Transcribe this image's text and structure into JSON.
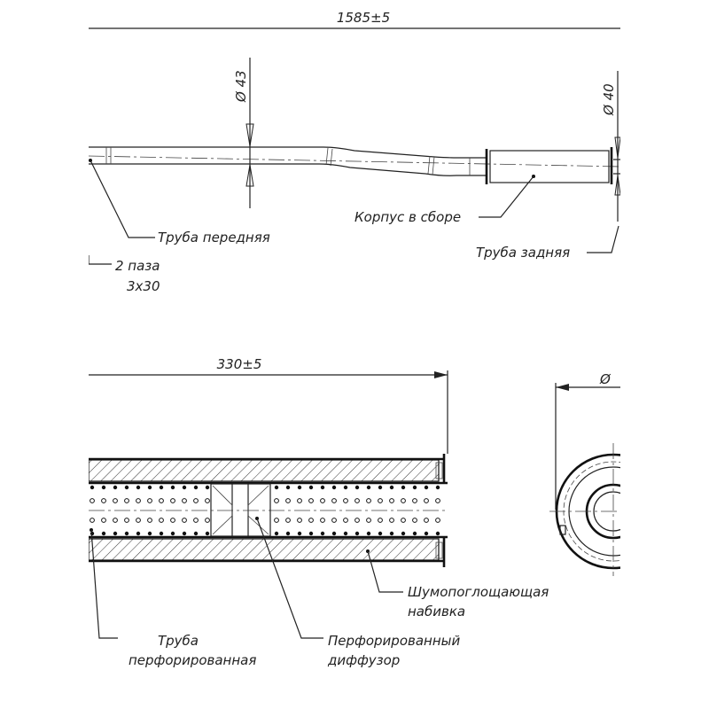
{
  "top_view": {
    "overall_length": "1585±5",
    "diameter_front": "Ø 43",
    "diameter_rear": "Ø 40",
    "labels": {
      "front_pipe": "Труба передняя",
      "slots_line1": "2 паза",
      "slots_line2": "3x30",
      "body_assembly": "Корпус в сборе",
      "rear_pipe": "Труба задняя"
    }
  },
  "section_view": {
    "body_length": "330±5",
    "end_diameter": "Ø",
    "labels": {
      "absorbing_fill_line1": "Шумопоглощающая",
      "absorbing_fill_line2": "набивка",
      "perforated_pipe_line1": "Труба",
      "perforated_pipe_line2": "перфорированная",
      "perforated_diffuser_line1": "Перфорированный",
      "perforated_diffuser_line2": "диффузор"
    }
  }
}
